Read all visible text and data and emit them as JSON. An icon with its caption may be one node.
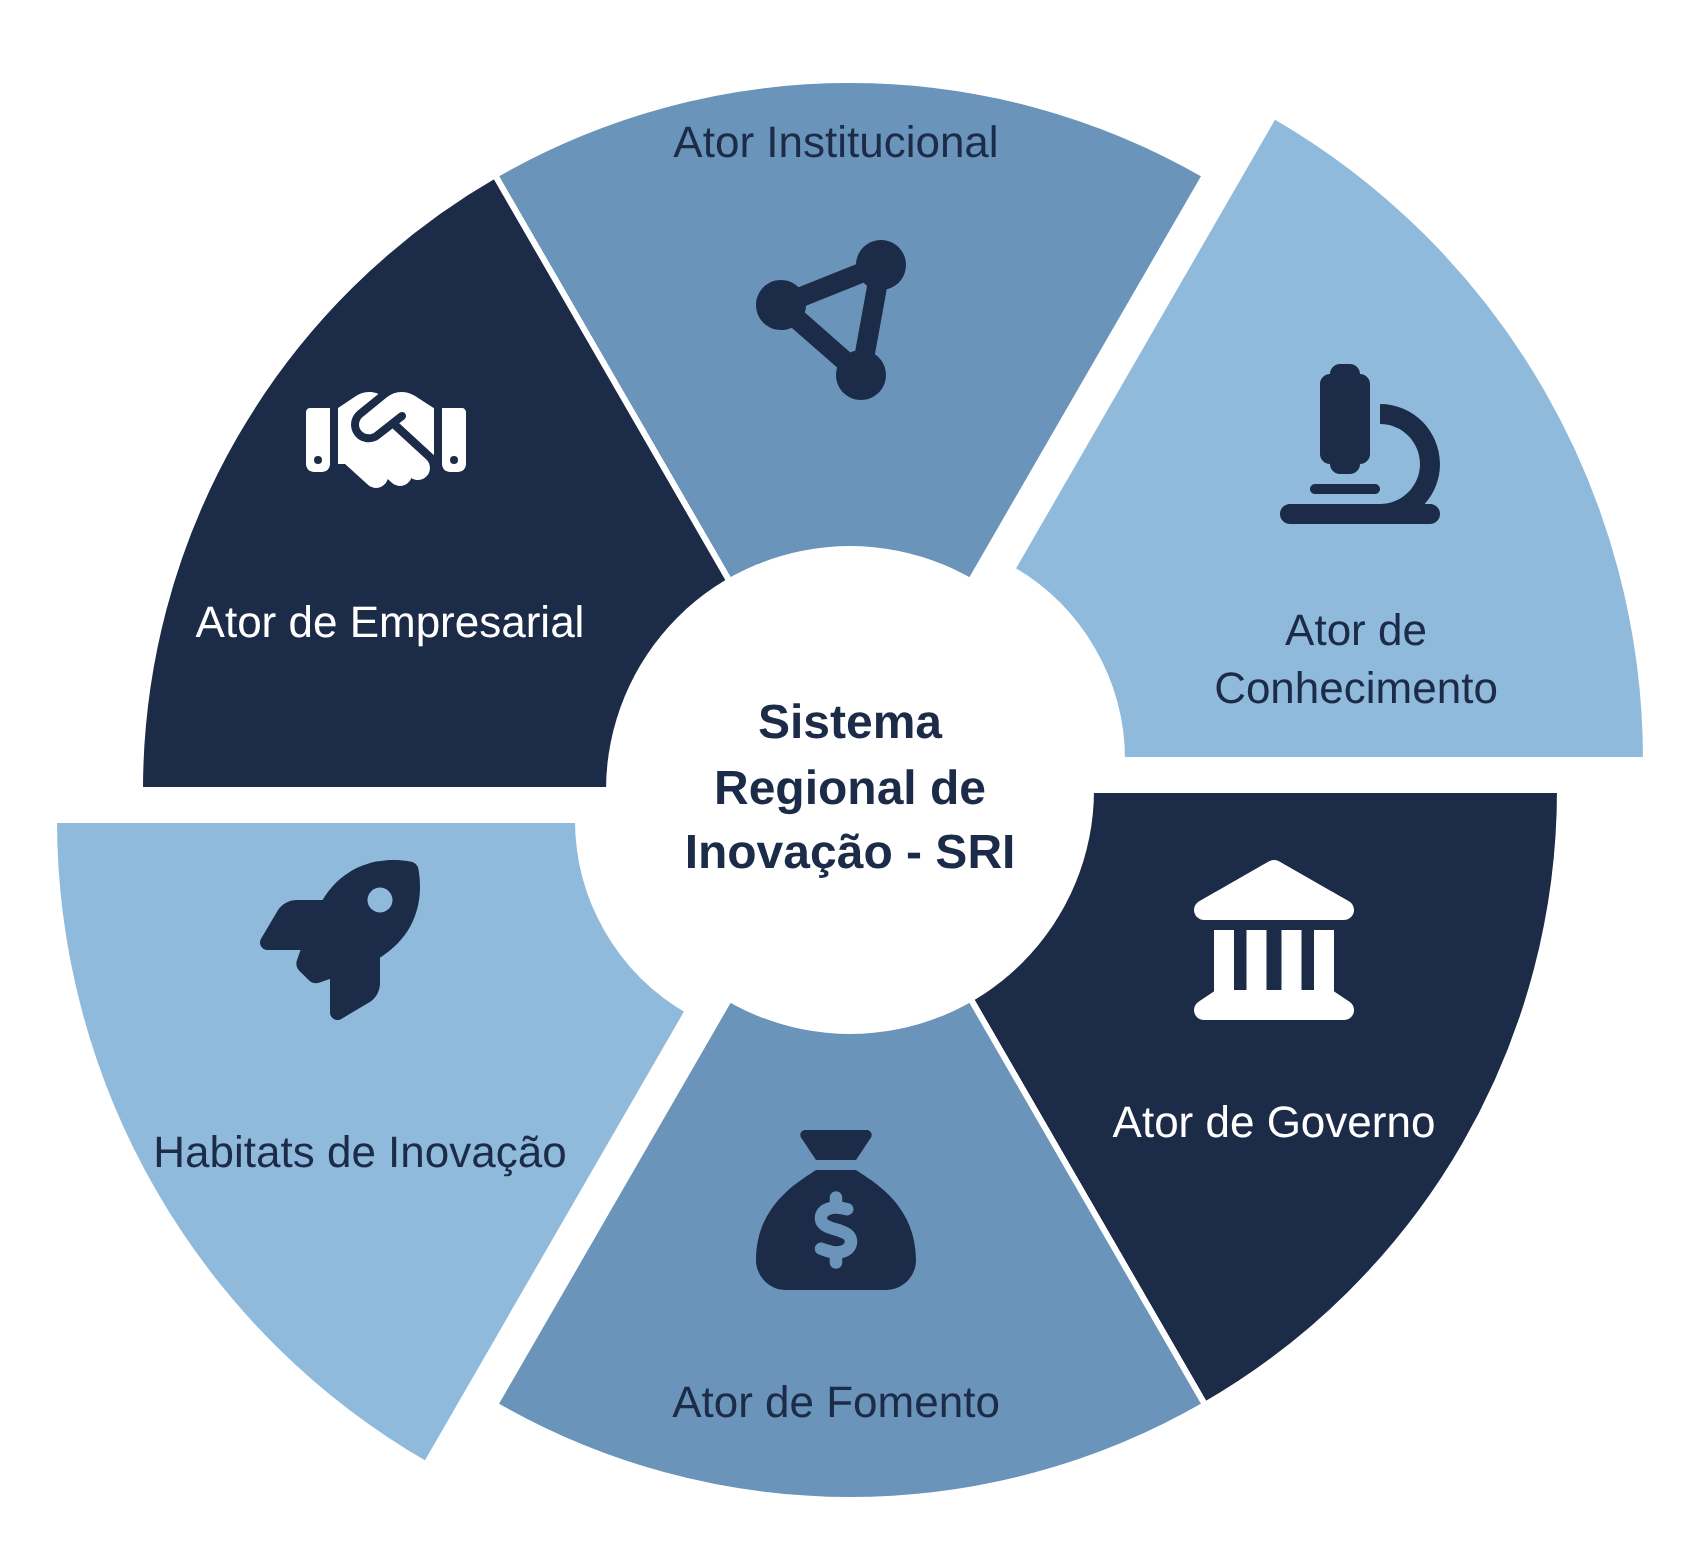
{
  "diagram": {
    "nodes": [
      {
        "text": [
          "Sistema Regional de Inovação - SRI"
        ]
      },
      {
        "text": [
          "Ator Institucional"
        ]
      },
      {
        "text": [
          "Ator de Conhecimento"
        ]
      },
      {
        "text": [
          "Ator de Governo"
        ]
      },
      {
        "text": [
          "Ator de Fomento"
        ]
      },
      {
        "text": [
          "Habitats de Inovação"
        ]
      },
      {
        "text": [
          "Ator de Empresarial"
        ]
      }
    ]
  }
}
